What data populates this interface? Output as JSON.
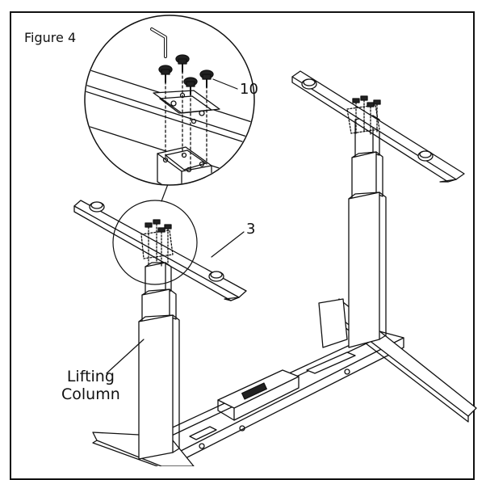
{
  "figure": {
    "label": "Figure 4"
  },
  "callouts": {
    "screw_part": "10",
    "crossbar_part": "3"
  },
  "labels": {
    "lifting_line1": "Lifting",
    "lifting_line2": "Column"
  }
}
